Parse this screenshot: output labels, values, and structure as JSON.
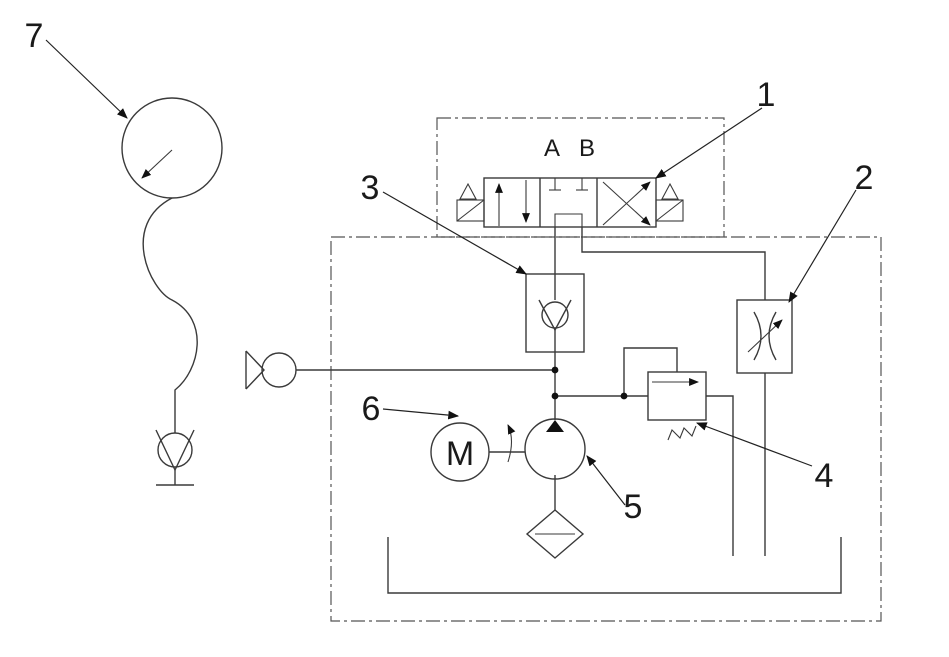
{
  "callouts": {
    "c1": "1",
    "c2": "2",
    "c3": "3",
    "c4": "4",
    "c5": "5",
    "c6": "6",
    "c7": "7"
  },
  "ports": {
    "a": "A",
    "b": "B"
  },
  "motor_symbol": "M"
}
